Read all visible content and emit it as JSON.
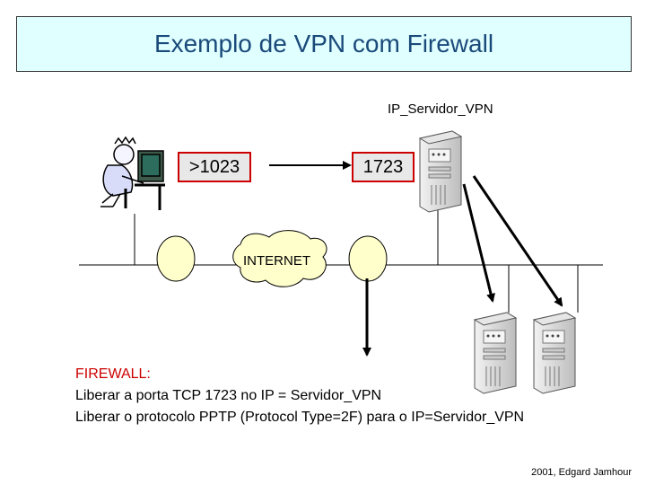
{
  "title": "Exemplo de VPN com Firewall",
  "server_label": "IP_Servidor_VPN",
  "client_port": ">1023",
  "server_port": "1723",
  "internet_label": "INTERNET",
  "notes": {
    "header": "FIREWALL:",
    "line1": "Liberar a porta TCP 1723 no IP = Servidor_VPN",
    "line2": "Liberar o protocolo PPTP (Protocol Type=2F) para o IP=Servidor_VPN"
  },
  "footer": "2001, Edgard Jamhour",
  "colors": {
    "title_bg": "#e0ffff",
    "title_text": "#1a4a7a",
    "port_border": "#cc0000",
    "router_fill": "#ffffcc",
    "notes_header": "#cc0000"
  },
  "icons": [
    "user-workstation-icon",
    "server-tower-icon",
    "router-icon",
    "cloud-icon"
  ]
}
